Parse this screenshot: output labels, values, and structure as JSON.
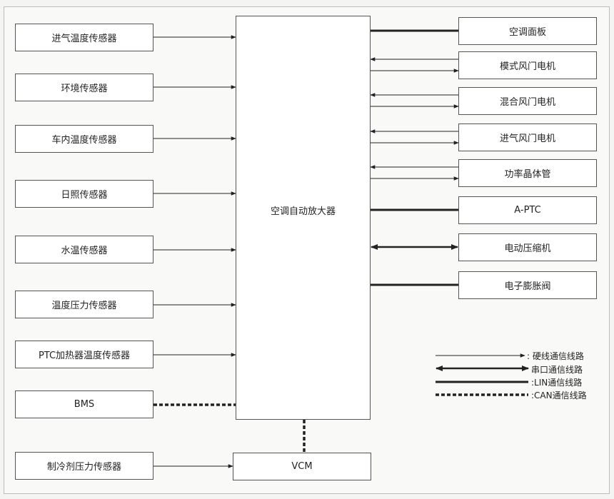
{
  "amplifier": {
    "label": "空调自动放大器"
  },
  "vcm": {
    "label": "VCM"
  },
  "inputs": [
    {
      "id": "intake-temp-sensor",
      "label": "进气温度传感器"
    },
    {
      "id": "ambient-sensor",
      "label": "环境传感器"
    },
    {
      "id": "cabin-temp-sensor",
      "label": "车内温度传感器"
    },
    {
      "id": "sunlight-sensor",
      "label": "日照传感器"
    },
    {
      "id": "water-temp-sensor",
      "label": "水温传感器"
    },
    {
      "id": "temp-pressure-sensor",
      "label": "温度压力传感器"
    },
    {
      "id": "ptc-heater-temp-sensor",
      "label": "PTC加热器温度传感器"
    },
    {
      "id": "bms",
      "label": "BMS"
    },
    {
      "id": "refrigerant-pressure-sensor",
      "label": "制冷剂压力传感器"
    }
  ],
  "outputs": [
    {
      "id": "ac-panel",
      "label": "空调面板",
      "link": "lin"
    },
    {
      "id": "mode-door-motor",
      "label": "模式风门电机",
      "link": "hard-pair"
    },
    {
      "id": "blend-door-motor",
      "label": "混合风门电机",
      "link": "hard-pair"
    },
    {
      "id": "intake-door-motor",
      "label": "进气风门电机",
      "link": "hard-pair"
    },
    {
      "id": "power-transistor",
      "label": "功率晶体管",
      "link": "hard-pair"
    },
    {
      "id": "a-ptc",
      "label": "A-PTC",
      "link": "lin"
    },
    {
      "id": "electric-compressor",
      "label": "电动压缩机",
      "link": "serial"
    },
    {
      "id": "electronic-expansion-valve",
      "label": "电子膨胀阀",
      "link": "lin"
    }
  ],
  "legend": [
    {
      "style": "hardwire",
      "label": ": 硬线通信线路"
    },
    {
      "style": "serial",
      "label": "串口通信线路"
    },
    {
      "style": "lin",
      "label": ":LIN通信线路"
    },
    {
      "style": "can",
      "label": ":CAN通信线路"
    }
  ],
  "colors": {
    "line": "#222222",
    "box_border": "#555555",
    "box_fill": "#ffffff",
    "background": "#f4f4f2"
  }
}
